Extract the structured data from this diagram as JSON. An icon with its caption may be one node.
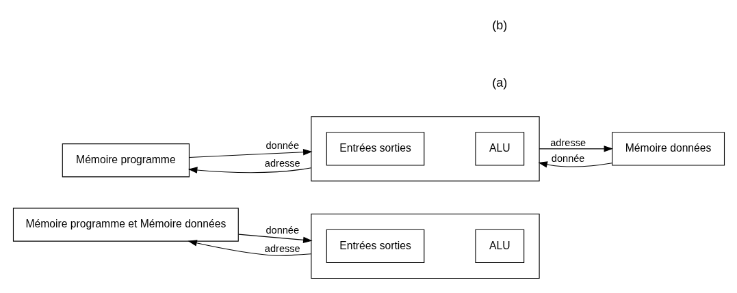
{
  "diagram": {
    "nodes": [
      {
        "text": [
          "Mémoire programme et Mémoire données"
        ]
      },
      {
        "text": [],
        "shape": "box"
      },
      {
        "text": [
          "Entrées sorties"
        ],
        "in": 1
      },
      {
        "text": [
          "ALU"
        ],
        "in": 1
      },
      {
        "text": [
          "Mémoire programme"
        ]
      },
      {
        "text": [],
        "shape": "box"
      },
      {
        "text": [
          "Entrées sorties"
        ],
        "in": 5
      },
      {
        "text": [
          "ALU"
        ],
        "in": 5
      },
      {
        "text": [
          "Mémoire données"
        ]
      }
    ],
    "edges": [
      {
        "from": 0,
        "to": 1,
        "arrow": "to",
        "label": "donnée"
      },
      {
        "from": 1,
        "to": 0,
        "arrow": "to",
        "label": "adresse"
      },
      {
        "from": 4,
        "to": 5,
        "arrow": "to",
        "label": "donnée"
      },
      {
        "from": 5,
        "to": 4,
        "arrow": "to",
        "label": "adresse"
      },
      {
        "from": 5,
        "to": 8,
        "arrow": "to",
        "label": "adresse"
      },
      {
        "from": 8,
        "to": 5,
        "arrow": "to",
        "label": "donnée"
      }
    ],
    "labels": [
      "(a)",
      "(b)"
    ]
  }
}
